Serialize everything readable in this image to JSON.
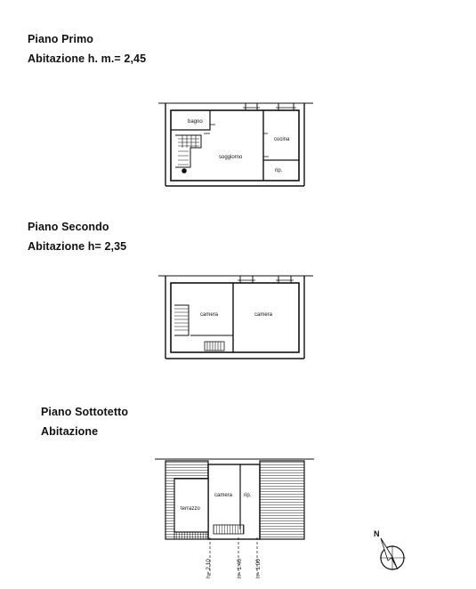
{
  "floors": [
    {
      "title": "Piano Primo",
      "subtitle": "Abitazione h. m.= 2,45",
      "rooms": [
        "bagno",
        "soggiorno",
        "cucina",
        "rip."
      ]
    },
    {
      "title": "Piano Secondo",
      "subtitle": "Abitazione h= 2,35",
      "rooms": [
        "camera",
        "camera"
      ]
    },
    {
      "title": "Piano Sottotetto",
      "subtitle": "Abitazione",
      "rooms": [
        "terrazzo",
        "camera",
        "rip."
      ],
      "heights": [
        "h= 2.10",
        "h= 1.40",
        "h= 1.00"
      ]
    }
  ],
  "compass": {
    "label": "N"
  }
}
